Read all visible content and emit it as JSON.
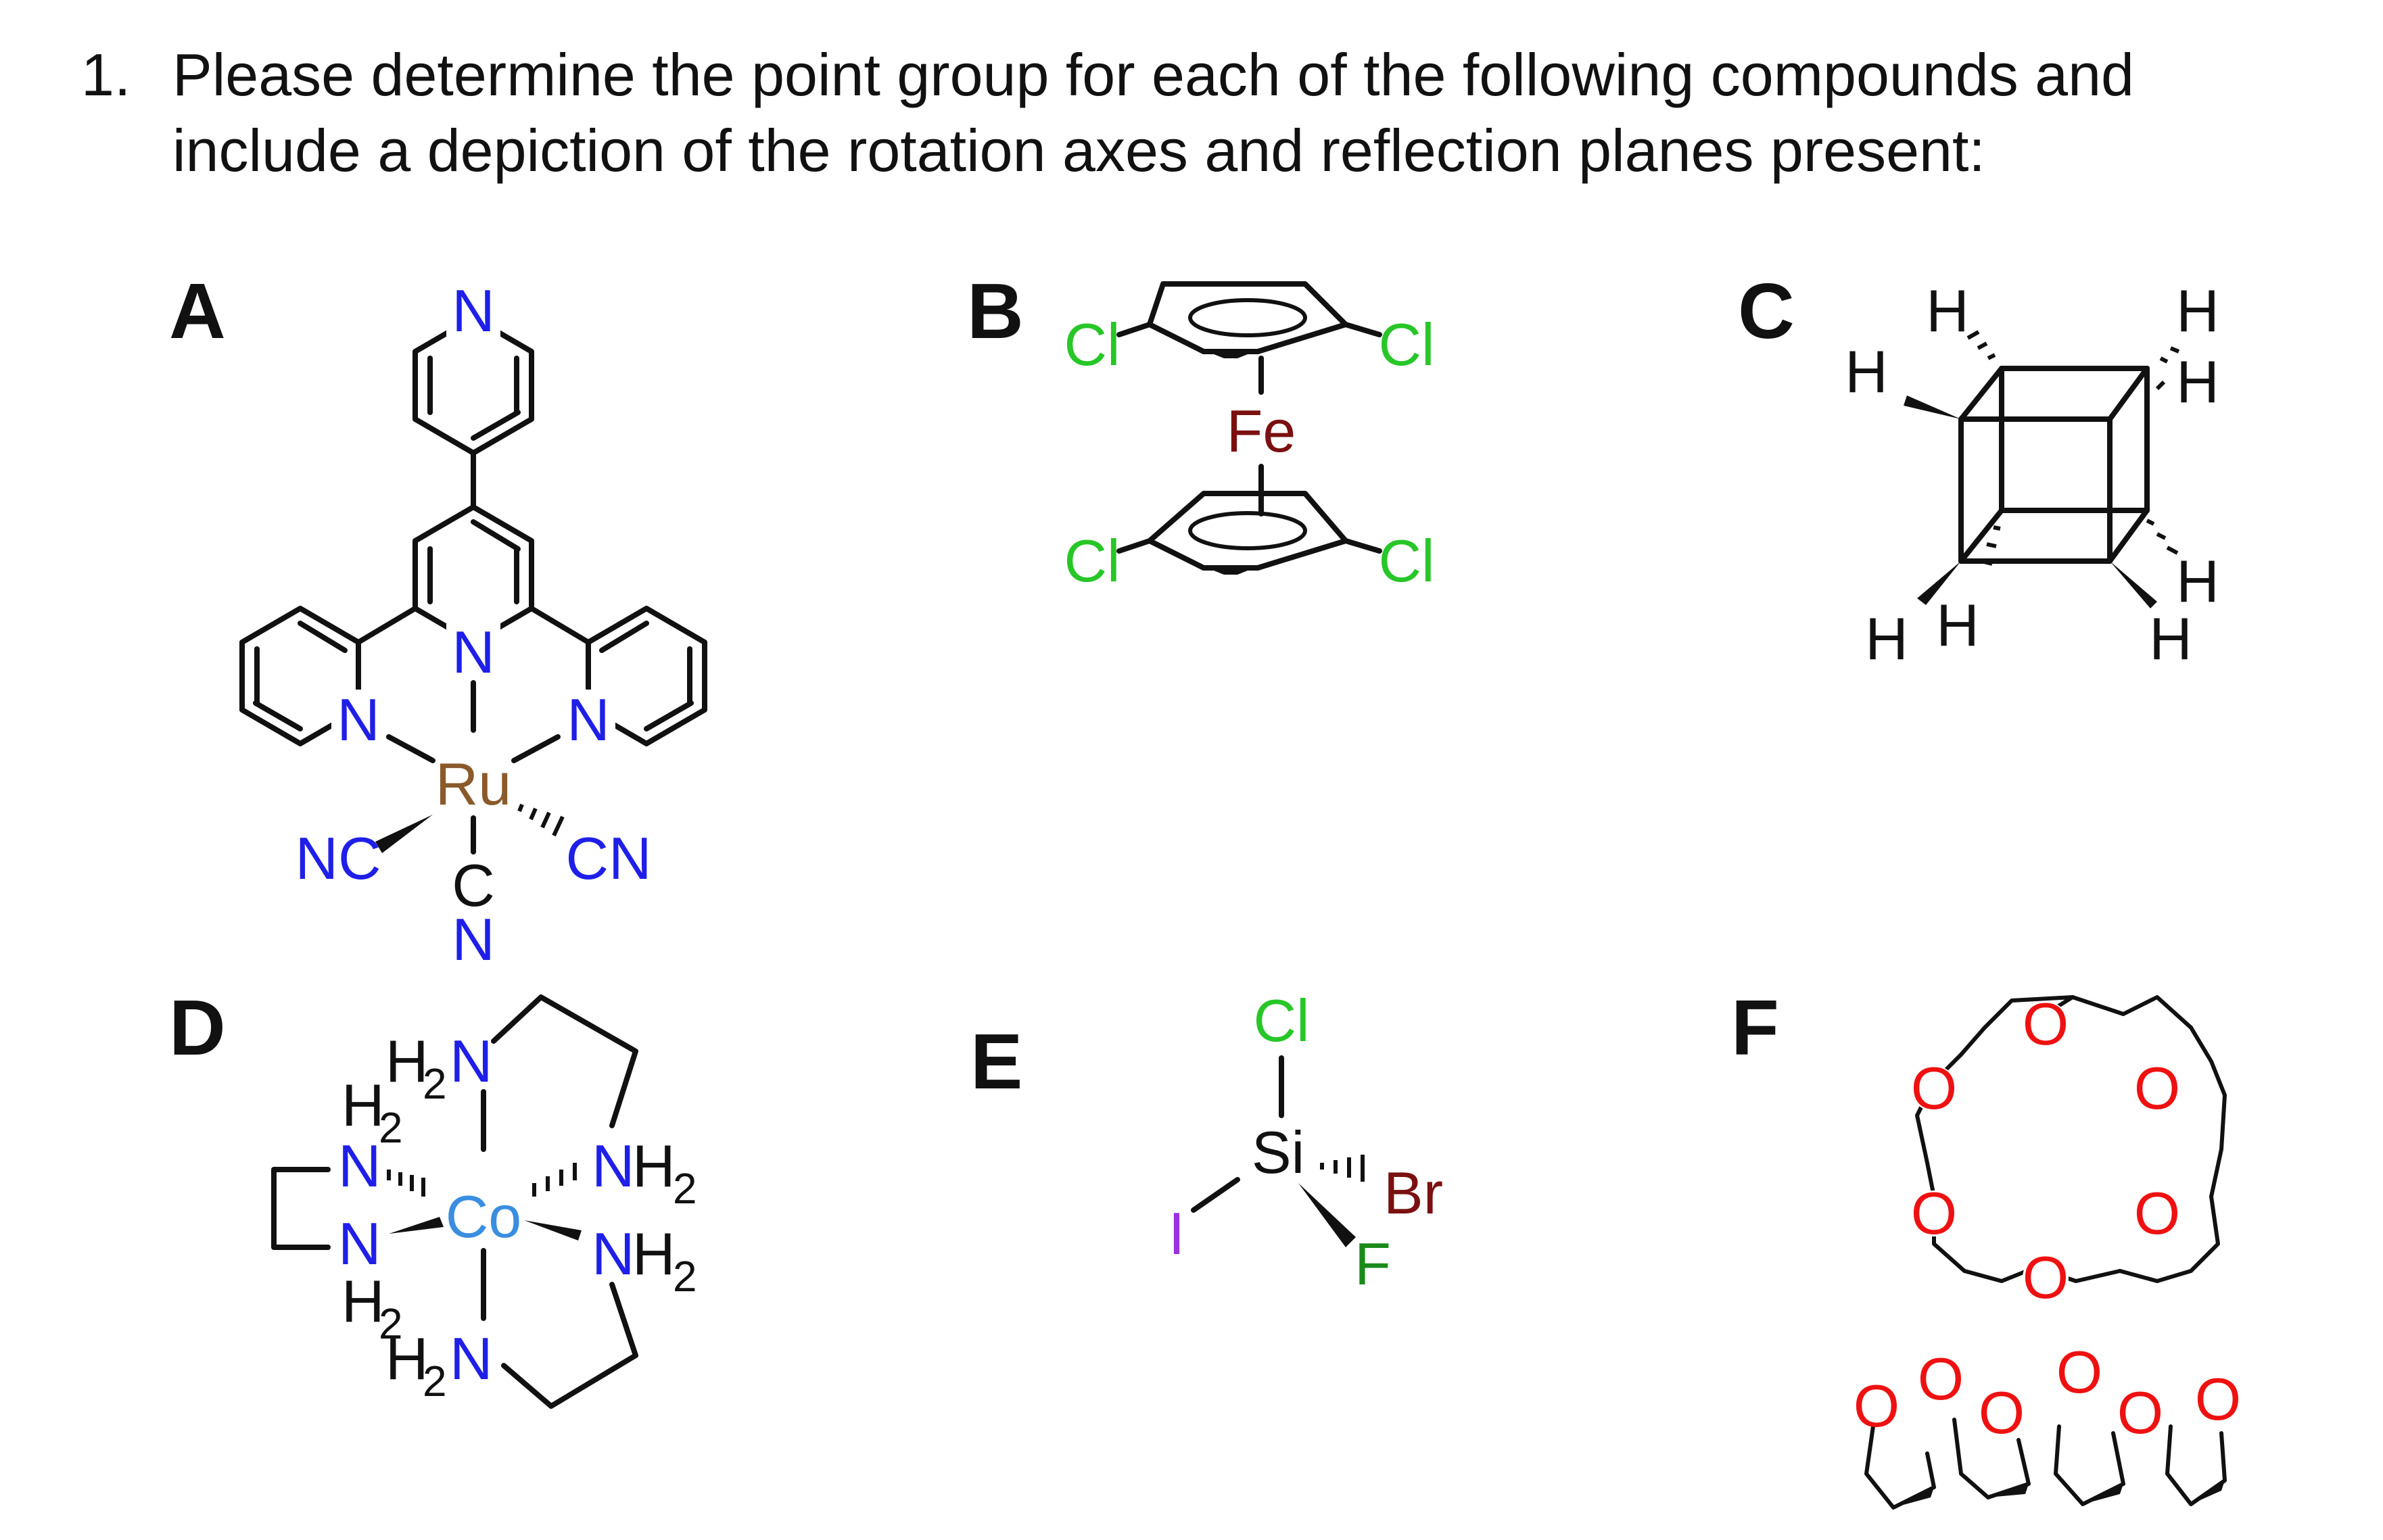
{
  "question": {
    "number": "1.",
    "text": "Please determine the point group for each of the following compounds and include a depiction of the rotation axes and reflection planes present:"
  },
  "colors": {
    "nitrogen": "#1f1fe8",
    "ruthenium": "#8a5a2b",
    "iron": "#7a1010",
    "chlorine": "#28c628",
    "bromine": "#7a1010",
    "fluorine": "#1a8a1a",
    "iodine": "#9a30e0",
    "cobalt": "#3a8ee0",
    "oxygen": "#ee1111",
    "bond": "#111111"
  },
  "compounds": {
    "A": {
      "label": "A",
      "atoms": {
        "n_top": "N",
        "n_center": "N",
        "n_left": "N",
        "n_right": "N",
        "metal": "Ru",
        "nc_left": "NC",
        "cn_right": "CN",
        "c_bottom": "C",
        "n_bottom": "N"
      }
    },
    "B": {
      "label": "B",
      "atoms": {
        "cl_tl": "Cl",
        "cl_tr": "Cl",
        "cl_bl": "Cl",
        "cl_br": "Cl",
        "metal": "Fe"
      }
    },
    "C": {
      "label": "C",
      "atoms": {
        "h1": "H",
        "h2": "H",
        "h3": "H",
        "h4": "H",
        "h5": "H",
        "h6": "H",
        "h7": "H",
        "h8": "H"
      }
    },
    "D": {
      "label": "D",
      "atoms": {
        "metal": "Co",
        "n": "N",
        "h": "H",
        "h2": "H",
        "sub2": "2"
      }
    },
    "E": {
      "label": "E",
      "atoms": {
        "center": "Si",
        "cl": "Cl",
        "br": "Br",
        "f": "F",
        "i": "I"
      }
    },
    "F": {
      "label": "F",
      "atoms": {
        "o": "O"
      }
    }
  }
}
